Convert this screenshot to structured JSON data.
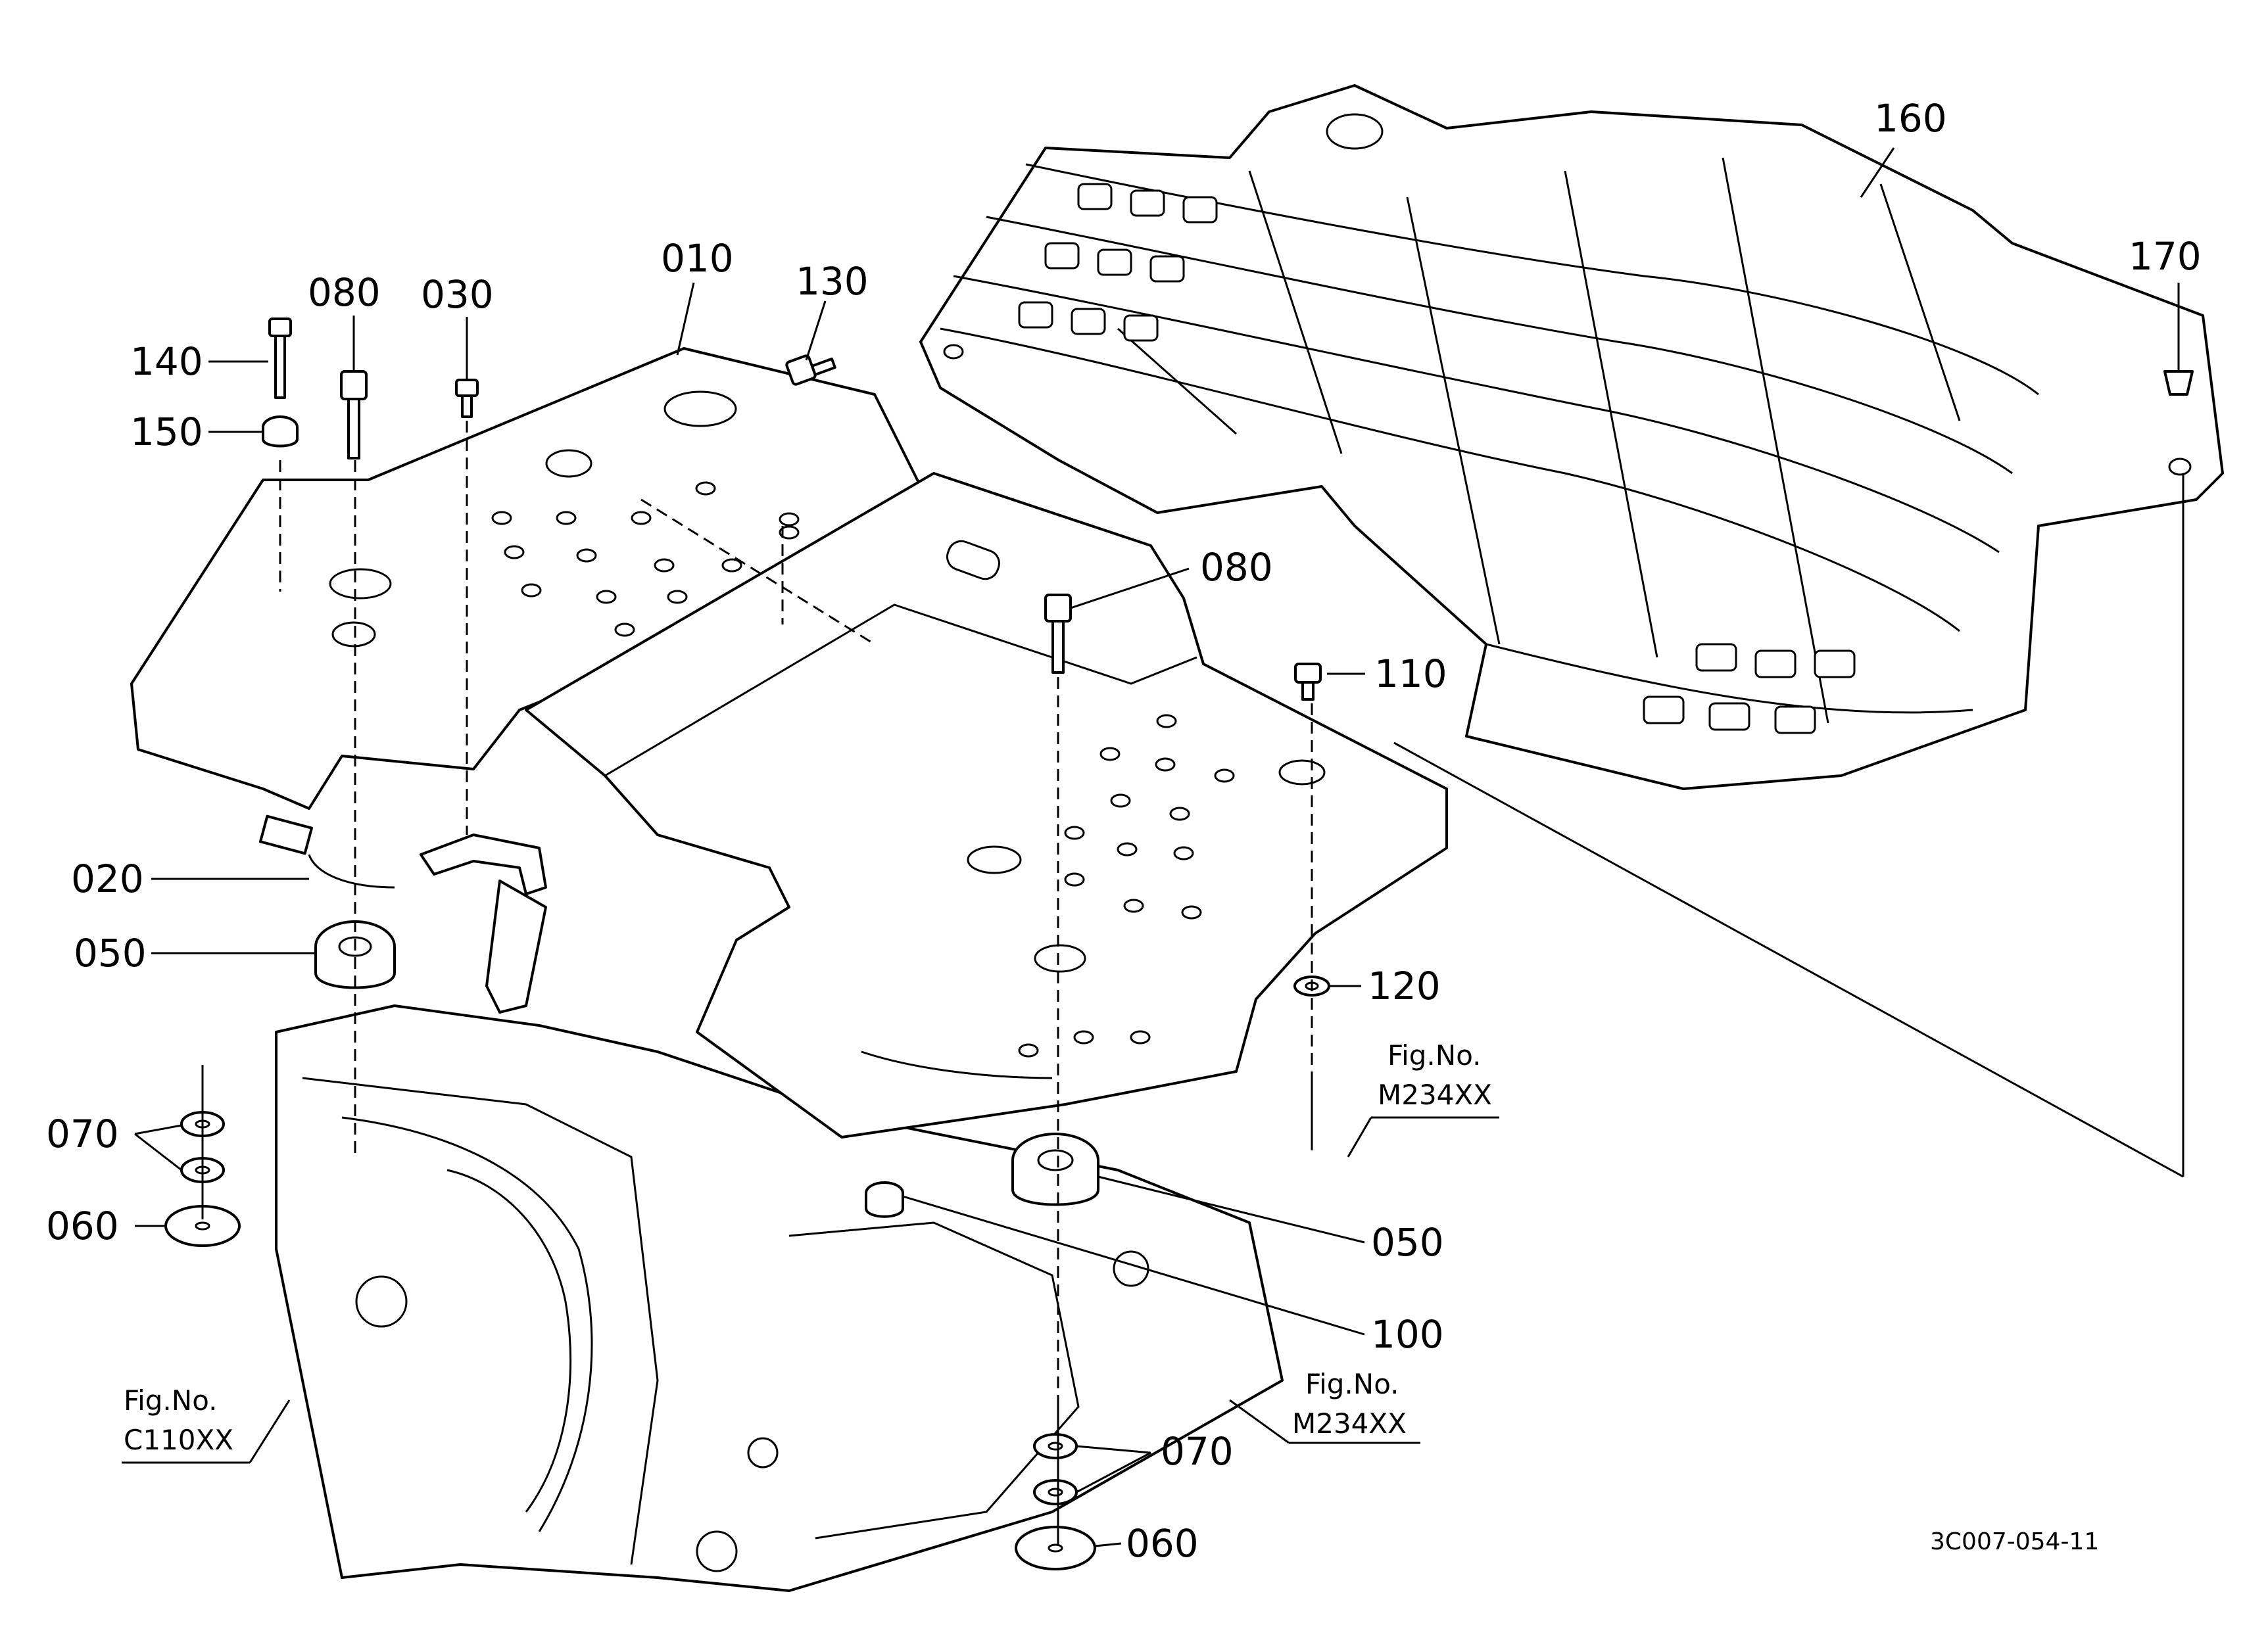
{
  "parts": [
    {
      "id": "p010",
      "number": "010"
    },
    {
      "id": "p020",
      "number": "020"
    },
    {
      "id": "p030",
      "number": "030"
    },
    {
      "id": "p050a",
      "number": "050"
    },
    {
      "id": "p050b",
      "number": "050"
    },
    {
      "id": "p060a",
      "number": "060"
    },
    {
      "id": "p060b",
      "number": "060"
    },
    {
      "id": "p070a",
      "number": "070"
    },
    {
      "id": "p070b",
      "number": "070"
    },
    {
      "id": "p080a",
      "number": "080"
    },
    {
      "id": "p080b",
      "number": "080"
    },
    {
      "id": "p100",
      "number": "100"
    },
    {
      "id": "p110",
      "number": "110"
    },
    {
      "id": "p120",
      "number": "120"
    },
    {
      "id": "p130",
      "number": "130"
    },
    {
      "id": "p140",
      "number": "140"
    },
    {
      "id": "p150",
      "number": "150"
    },
    {
      "id": "p160",
      "number": "160"
    },
    {
      "id": "p170",
      "number": "170"
    }
  ],
  "figure_refs": [
    {
      "caption": "Fig.No.",
      "ref": "M234XX"
    },
    {
      "caption": "Fig.No.",
      "ref": "M234XX"
    },
    {
      "caption": "Fig.No.",
      "ref": "C110XX"
    }
  ],
  "drawing_code": "3C007-054-11"
}
